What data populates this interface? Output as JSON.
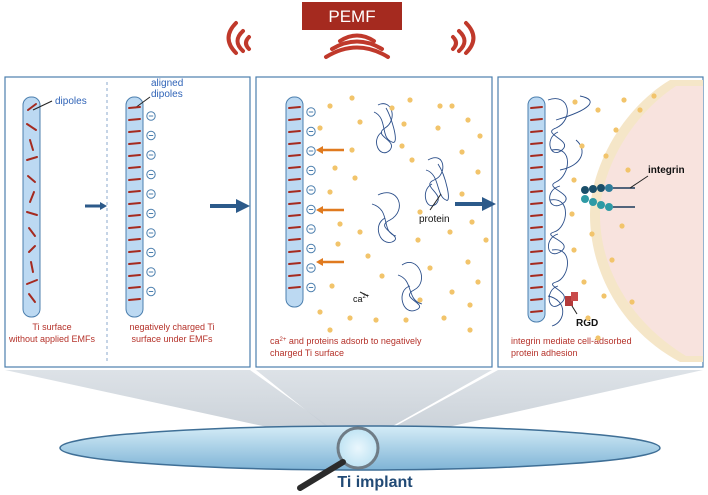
{
  "header": {
    "title": "PEMF"
  },
  "panel1": {
    "dipoles_label": "dipoles",
    "aligned_label_line1": "aligned",
    "aligned_label_line2": "dipoles",
    "caption_left_line1": "Ti surface",
    "caption_left_line2": "without applied EMFs",
    "caption_right_line1": "negatively charged Ti",
    "caption_right_line2": "surface under EMFs"
  },
  "panel2": {
    "protein_label": "protein",
    "ca_label": "ca",
    "ca_superscript": "2+",
    "caption_line1_prefix": "ca",
    "caption_line1_sup": "2+",
    "caption_line1_rest": " and proteins adsorb to negatively",
    "caption_line2": "charged Ti surface"
  },
  "panel3": {
    "integrin_label": "integrin",
    "rgd_label": "RGD",
    "caption_line1": "integrin mediate cell-adsorbed",
    "caption_line2": "protein adhesion"
  },
  "footer": {
    "implant_label": "Ti implant"
  },
  "colors": {
    "pemf_box": "#a52a1f",
    "caption_red": "#b5322a",
    "label_blue": "#2f63b7",
    "arrow_navy": "#2c5a8a",
    "arrow_orange": "#e07a1f",
    "plate_fill": "#bcd9f2",
    "dipole_red": "#a52a1f",
    "ion_gold": "#f2c46b",
    "cell_pink": "#f8e3de"
  }
}
